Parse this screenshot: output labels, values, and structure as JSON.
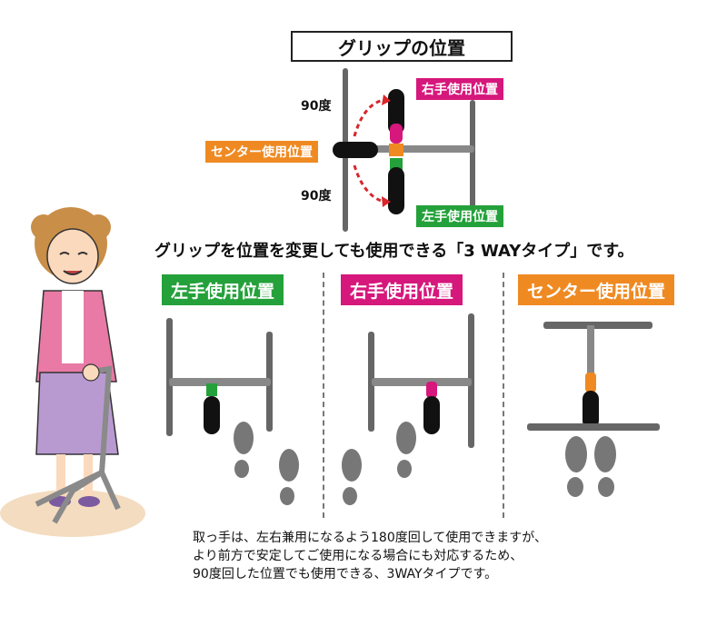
{
  "title": "グリップの位置",
  "labels": {
    "right_hand": "右手使用位置",
    "center": "センター使用位置",
    "left_hand": "左手使用位置",
    "deg_top": "90度",
    "deg_bottom": "90度"
  },
  "headline": "グリップを位置を変更しても使用できる「3 WAYタイプ」です。",
  "panels": [
    {
      "label": "左手使用位置"
    },
    {
      "label": "右手使用位置"
    },
    {
      "label": "センター使用位置"
    }
  ],
  "note_lines": [
    "取っ手は、左右兼用になるよう180度回して使用できますが、",
    "より前方で安定してご使用になる場合にも対応するため、",
    "90度回した位置でも使用できる、3WAYタイプです。"
  ],
  "colors": {
    "pink": "#d6177c",
    "green": "#24a13a",
    "orange": "#ef8a22"
  }
}
